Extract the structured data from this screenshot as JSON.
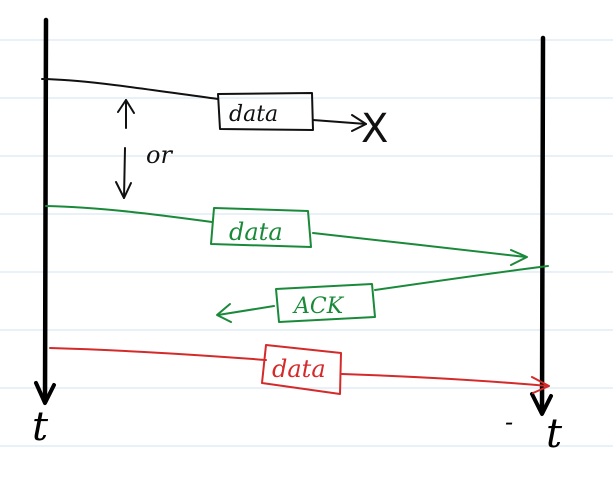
{
  "paper": {
    "rule_color": "#cfe3ef"
  },
  "timelines": {
    "color": "#000000",
    "left_label": "t",
    "right_label": "t",
    "right_prefix": "-"
  },
  "messages": [
    {
      "id": "lost-data",
      "label": "data",
      "color": "#111111",
      "end_marker": "X"
    },
    {
      "id": "green-data",
      "label": "data",
      "color": "#1a8a3a"
    },
    {
      "id": "green-ack",
      "label": "ACK",
      "color": "#1a8a3a"
    },
    {
      "id": "red-data",
      "label": "data",
      "color": "#d42a2a"
    }
  ],
  "annotation": {
    "text": "or",
    "color": "#111111"
  }
}
